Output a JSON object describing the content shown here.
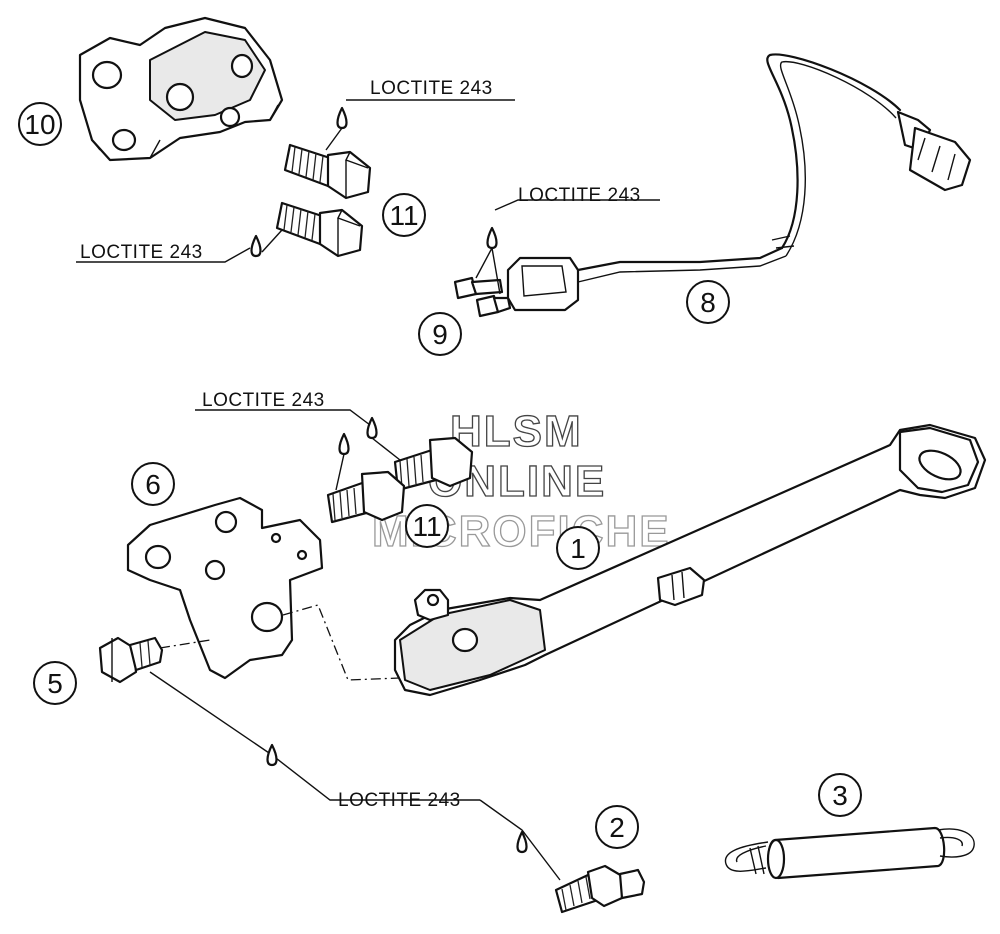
{
  "callouts": [
    {
      "id": "1",
      "label": "1"
    },
    {
      "id": "2",
      "label": "2"
    },
    {
      "id": "3",
      "label": "3"
    },
    {
      "id": "5",
      "label": "5"
    },
    {
      "id": "6",
      "label": "6"
    },
    {
      "id": "8",
      "label": "8"
    },
    {
      "id": "9",
      "label": "9"
    },
    {
      "id": "10",
      "label": "10"
    },
    {
      "id": "11a",
      "label": "11"
    },
    {
      "id": "11b",
      "label": "11"
    }
  ],
  "loctite_labels": [
    {
      "id": "top-bolts",
      "text": "LOCTITE 243"
    },
    {
      "id": "lower-bolt",
      "text": "LOCTITE 243"
    },
    {
      "id": "switch-screws",
      "text": "LOCTITE 243"
    },
    {
      "id": "bracket-bolts",
      "text": "LOCTITE 243"
    },
    {
      "id": "pivot-bolt",
      "text": "LOCTITE 243"
    }
  ],
  "watermark": {
    "line1": "HLSM",
    "line2": "ONLINE",
    "line3": "MICROFICHE"
  }
}
